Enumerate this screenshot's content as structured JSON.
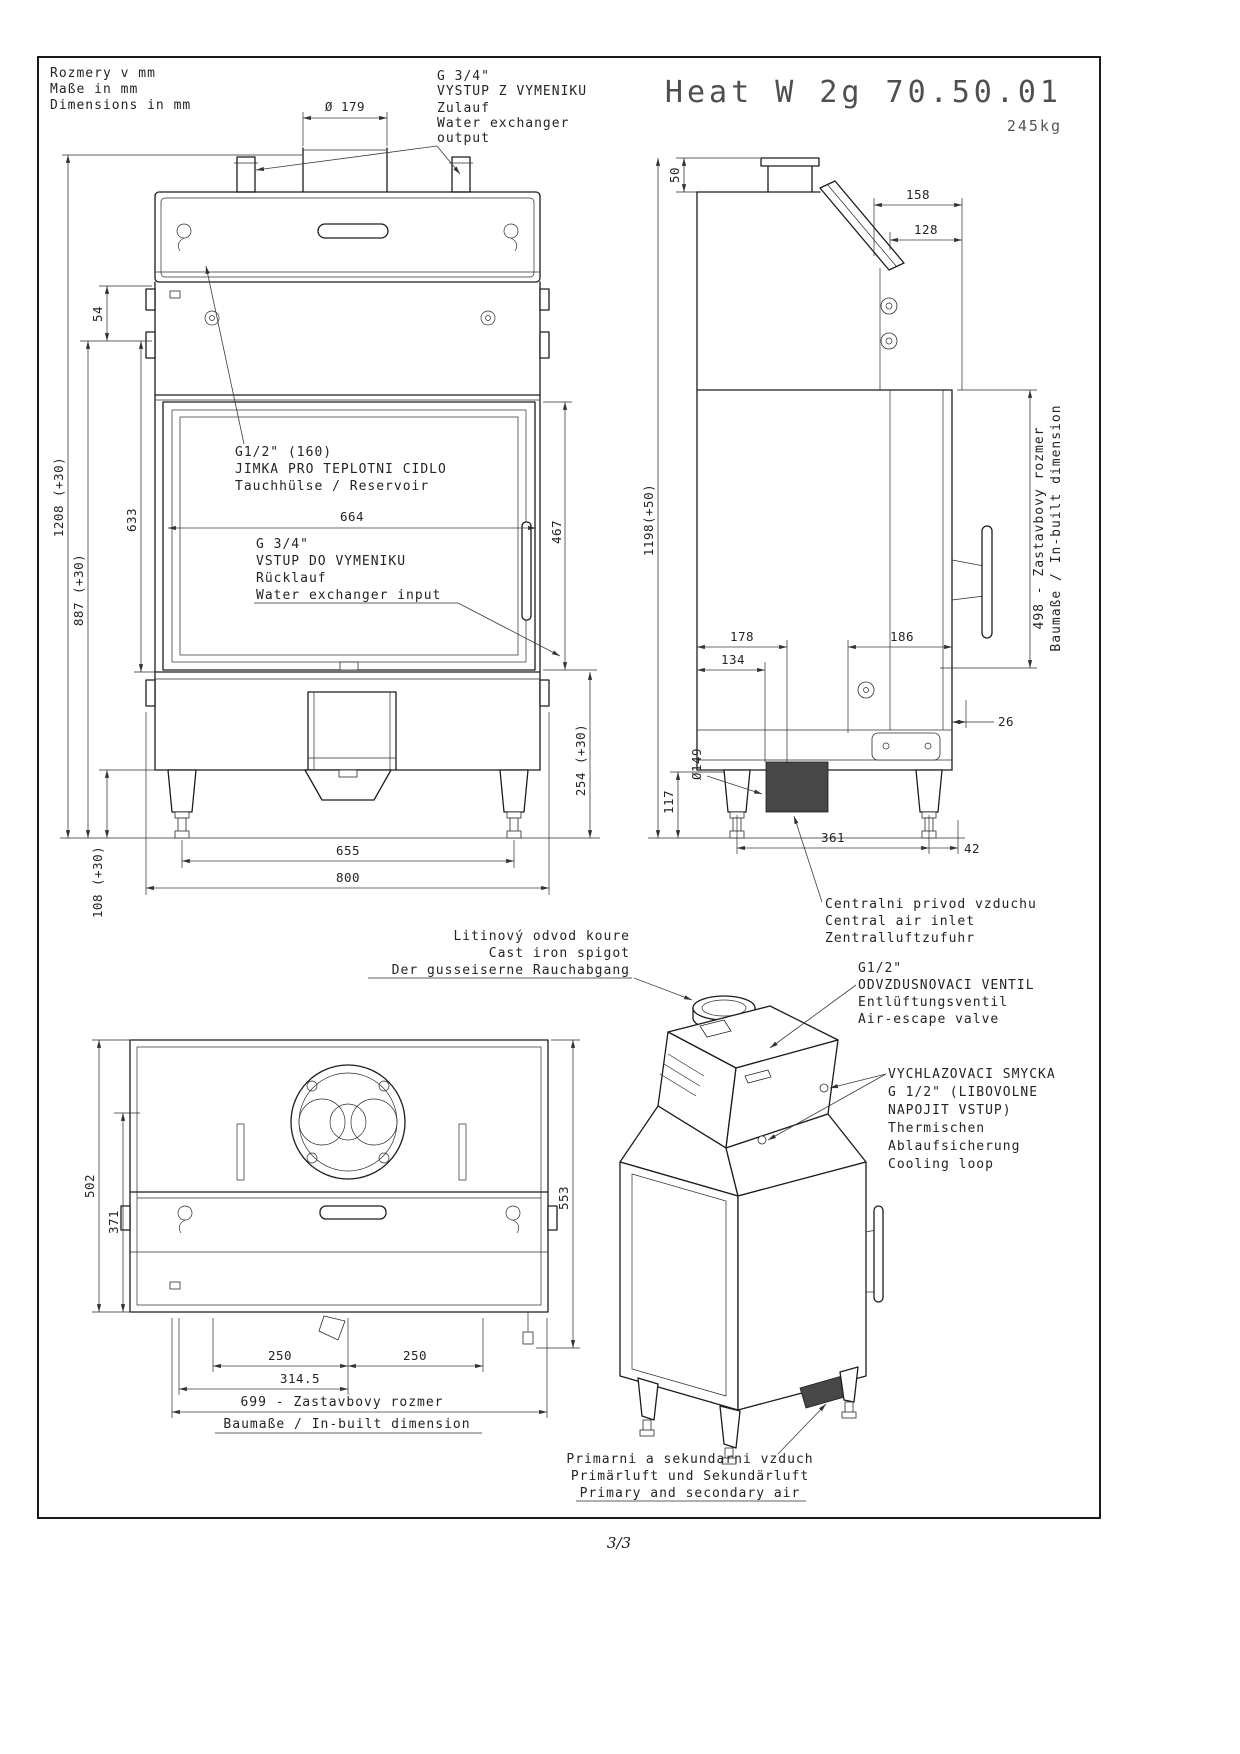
{
  "page": {
    "title": "Heat W 2g 70.50.01",
    "weight": "245kg",
    "number": "3/3",
    "units": [
      "Rozmery v mm",
      "Maße in mm",
      "Dimensions in mm"
    ]
  },
  "labels": {
    "output": [
      "G 3/4\"",
      "VYSTUP Z VYMENIKU",
      "Zulauf",
      "Water exchanger",
      "output"
    ],
    "reservoir": [
      "G1/2\" (160)",
      "JIMKA PRO TEPLOTNI CIDLO",
      "Tauchhülse / Reservoir"
    ],
    "input": [
      "G 3/4\"",
      "VSTUP DO VYMENIKU",
      "Rücklauf",
      "Water exchanger input"
    ],
    "air_inlet": [
      "Centralni privod vzduchu",
      "Central air inlet",
      "Zentralluftzufuhr"
    ],
    "spigot": [
      "Litinový odvod koure",
      "Cast iron spigot",
      "Der gusseiserne Rauchabgang"
    ],
    "air_valve": [
      "G1/2\"",
      "ODVZDUSNOVACI VENTIL",
      "Entlüftungsventil",
      "Air-escape valve"
    ],
    "cooling": [
      "VYCHLAZOVACI SMYCKA",
      "G 1/2\" (LIBOVOLNE",
      "NAPOJIT VSTUP)",
      "Thermischen",
      "Ablaufsicherung",
      "Cooling loop"
    ],
    "primary_air": [
      "Primarni a sekundarni vzduch",
      "Primärluft und Sekundärluft",
      "Primary and secondary air"
    ],
    "inbuilt_side": [
      "498 - Zastavbovy rozmer",
      "Baumaße / In-built dimension"
    ],
    "inbuilt_bottom": [
      "699 - Zastavbovy rozmer",
      "Baumaße / In-built dimension"
    ]
  },
  "dims": {
    "front": {
      "flue": "Ø 179",
      "h54": "54",
      "h1208": "1208 (+30)",
      "h887": "887 (+30)",
      "h633": "633",
      "w664": "664",
      "h467": "467",
      "h254": "254 (+30)",
      "h108": "108 (+30)",
      "w655": "655",
      "w800": "800"
    },
    "side": {
      "h50": "50",
      "w158": "158",
      "w128": "128",
      "h1198": "1198(+50)",
      "w178": "178",
      "w134": "134",
      "w186": "186",
      "w26": "26",
      "dia149": "Ø149",
      "h117": "117",
      "w361": "361",
      "w42": "42"
    },
    "bottom": {
      "h502": "502",
      "h371": "371",
      "h553": "553",
      "w250a": "250",
      "w250b": "250",
      "w314": "314.5"
    }
  }
}
